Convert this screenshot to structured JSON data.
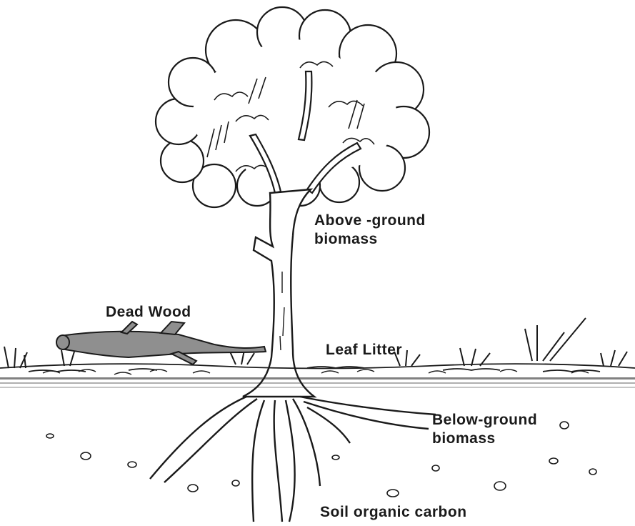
{
  "diagram": {
    "labels": {
      "above_ground_line1": "Above -ground",
      "above_ground_line2": "biomass",
      "dead_wood": "Dead Wood",
      "leaf_litter": "Leaf Litter",
      "below_ground_line1": "Below-ground",
      "below_ground_line2": "biomass",
      "soil_organic_carbon": "Soil organic carbon"
    },
    "colors": {
      "ink": "#1a1a1a",
      "dead_wood_fill": "#8f8f8f",
      "background": "#ffffff"
    }
  }
}
